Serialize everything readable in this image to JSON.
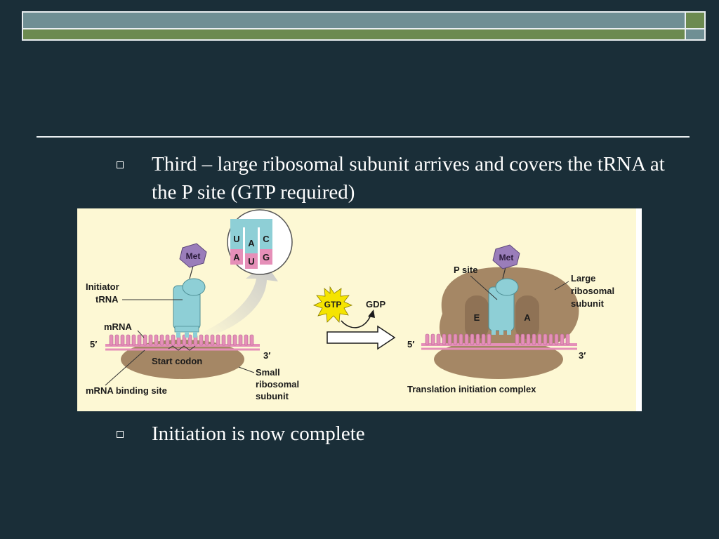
{
  "slide": {
    "bullets": [
      {
        "text": "Third – large ribosomal subunit arrives and covers the tRNA at the P site (GTP required)"
      },
      {
        "text": "Initiation is now complete"
      }
    ]
  },
  "figure": {
    "left_panel": {
      "met_label": "Met",
      "initiator_trna_label_1": "Initiator",
      "initiator_trna_label_2": "tRNA",
      "mrna_label": "mRNA",
      "five_prime": "5′",
      "three_prime": "3′",
      "start_codon_label": "Start codon",
      "small_subunit_label_1": "Small",
      "small_subunit_label_2": "ribosomal",
      "small_subunit_label_3": "subunit",
      "binding_site_label": "mRNA binding site",
      "anticodon": [
        "U",
        "A",
        "C"
      ],
      "codon": [
        "A",
        "U",
        "G"
      ]
    },
    "middle": {
      "gtp_label": "GTP",
      "gdp_label": "GDP"
    },
    "right_panel": {
      "p_site_label": "P site",
      "met_label": "Met",
      "large_subunit_label_1": "Large",
      "large_subunit_label_2": "ribosomal",
      "large_subunit_label_3": "subunit",
      "e_site_label": "E",
      "a_site_label": "A",
      "five_prime": "5′",
      "three_prime": "3′",
      "caption": "Translation initiation complex"
    },
    "colors": {
      "background": "#fdf8d4",
      "ribosome": "#a58765",
      "trna": "#8ecfd6",
      "mrna": "#e58fb8",
      "met": "#9a7dba",
      "gtp_burst": "#f5e400"
    }
  }
}
